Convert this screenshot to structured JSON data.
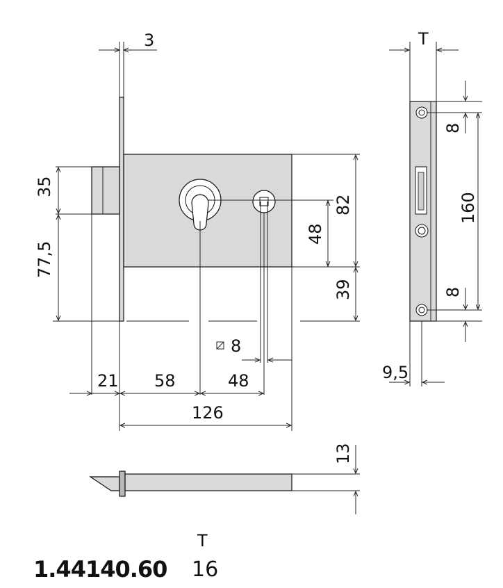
{
  "dimensions": {
    "face_thickness": "3",
    "thickness_symbol": "T",
    "bolt_throw": "35",
    "bolt_height": "77,5",
    "screw_offset_top": "8",
    "screw_offset_bottom": "8",
    "screw_spacing": "160",
    "case_height": "82",
    "cylinder_to_follower": "48",
    "lower_height": "39",
    "follower_square": "8",
    "faceplate_to_case": "21",
    "backset": "58",
    "follower_spacing": "48",
    "case_length": "126",
    "faceplate_width": "9,5",
    "bolt_thickness": "13"
  },
  "caption": {
    "column_header": "T",
    "model_code": "1.44140.60",
    "t_value": "16"
  }
}
